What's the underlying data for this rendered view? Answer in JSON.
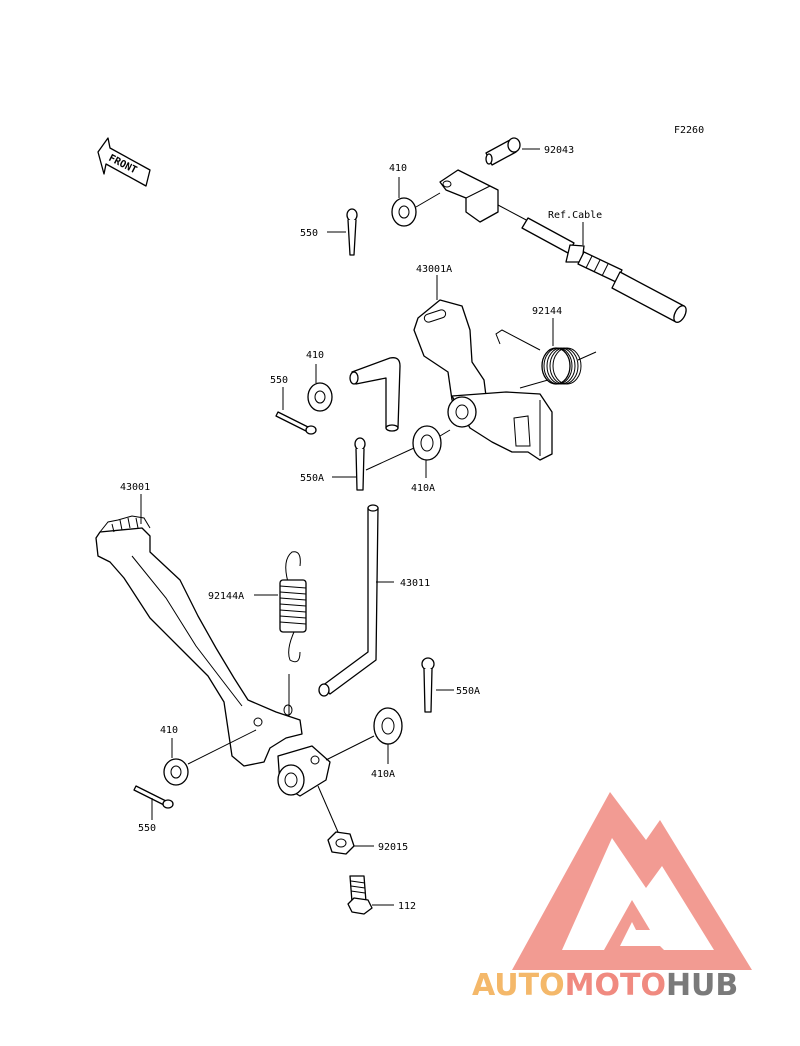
{
  "figure_code": "F2260",
  "direction_label": "FRONT",
  "labels": {
    "p92043": "92043",
    "p410_top": "410",
    "p550_top": "550",
    "ref_cable": "Ref.Cable",
    "p43001A": "43001A",
    "p92144": "92144",
    "p410_mid": "410",
    "p550_mid": "550",
    "p550A_mid": "550A",
    "p410A_mid": "410A",
    "p43001": "43001",
    "p92144A": "92144A",
    "p43011": "43011",
    "p550A_low": "550A",
    "p410_low": "410",
    "p410A_low": "410A",
    "p550_low": "550",
    "p92015": "92015",
    "p112": "112"
  },
  "watermark": {
    "part1": "AUTO",
    "part2": "MOTO",
    "part3": "HUB",
    "color1": "#f4b86a",
    "color2": "#f08a80",
    "color3": "#7a7a7a",
    "logo_color": "#f08a80"
  }
}
